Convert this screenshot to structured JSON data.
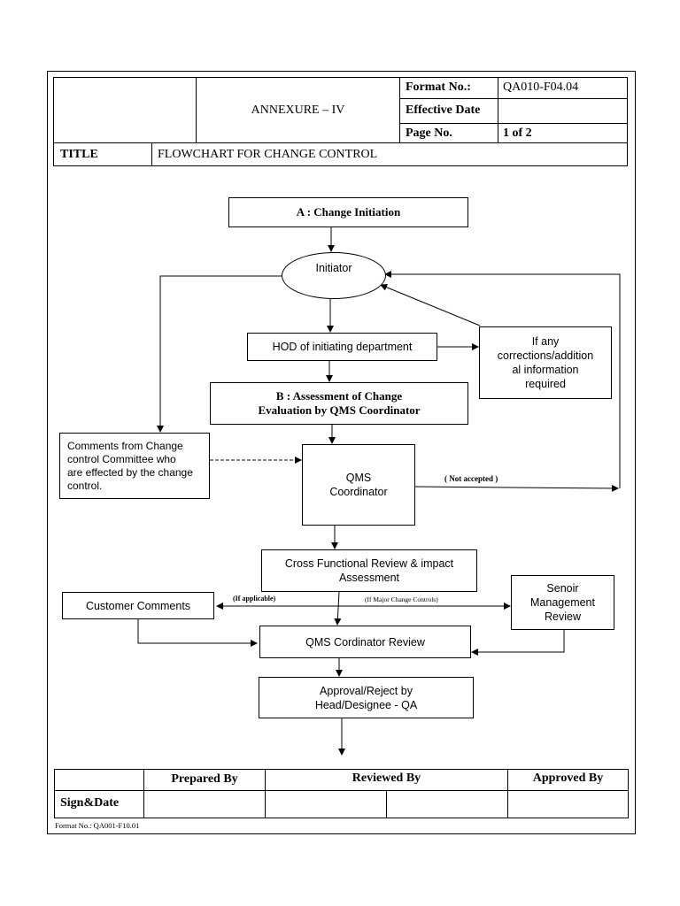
{
  "header": {
    "annexure": "ANNEXURE – IV",
    "format_label": "Format No.:",
    "format_value": "QA010-F04.04",
    "effective_label": "Effective Date",
    "effective_value": "",
    "page_label": "Page No.",
    "page_value": "1 of 2",
    "title_label": "TITLE",
    "title_value": "FLOWCHART FOR CHANGE CONTROL"
  },
  "flow": {
    "a_change_initiation": "A : Change Initiation",
    "initiator": "Initiator",
    "hod": "HOD of initiating department",
    "corrections": [
      "If any",
      "corrections/addition",
      "al information",
      "required"
    ],
    "b_assessment": [
      "B : Assessment of Change",
      "Evaluation by QMS Coordinator"
    ],
    "comments_committee": [
      "Comments from Change",
      "control Committee who",
      "are effected by the change",
      "control."
    ],
    "qms_coordinator": [
      "QMS",
      "Coordinator"
    ],
    "not_accepted": "( Not accepted )",
    "cross_functional": [
      "Cross Functional Review & impact",
      "Assessment"
    ],
    "customer_comments": "Customer Comments",
    "if_applicable": "(If applicable)",
    "if_major": "(If Major Change Controls)",
    "senior_review": [
      "Senoir",
      "Management",
      "Review"
    ],
    "qms_cordinator_review": "QMS Cordinator Review",
    "approval": [
      "Approval/Reject by",
      "Head/Designee -  QA"
    ]
  },
  "signoff": {
    "prepared_by": "Prepared By",
    "reviewed_by": "Reviewed By",
    "approved_by": "Approved By",
    "sign_date": "Sign&Date"
  },
  "footer": {
    "format_no": "Format No.: QA001-F10.01"
  }
}
